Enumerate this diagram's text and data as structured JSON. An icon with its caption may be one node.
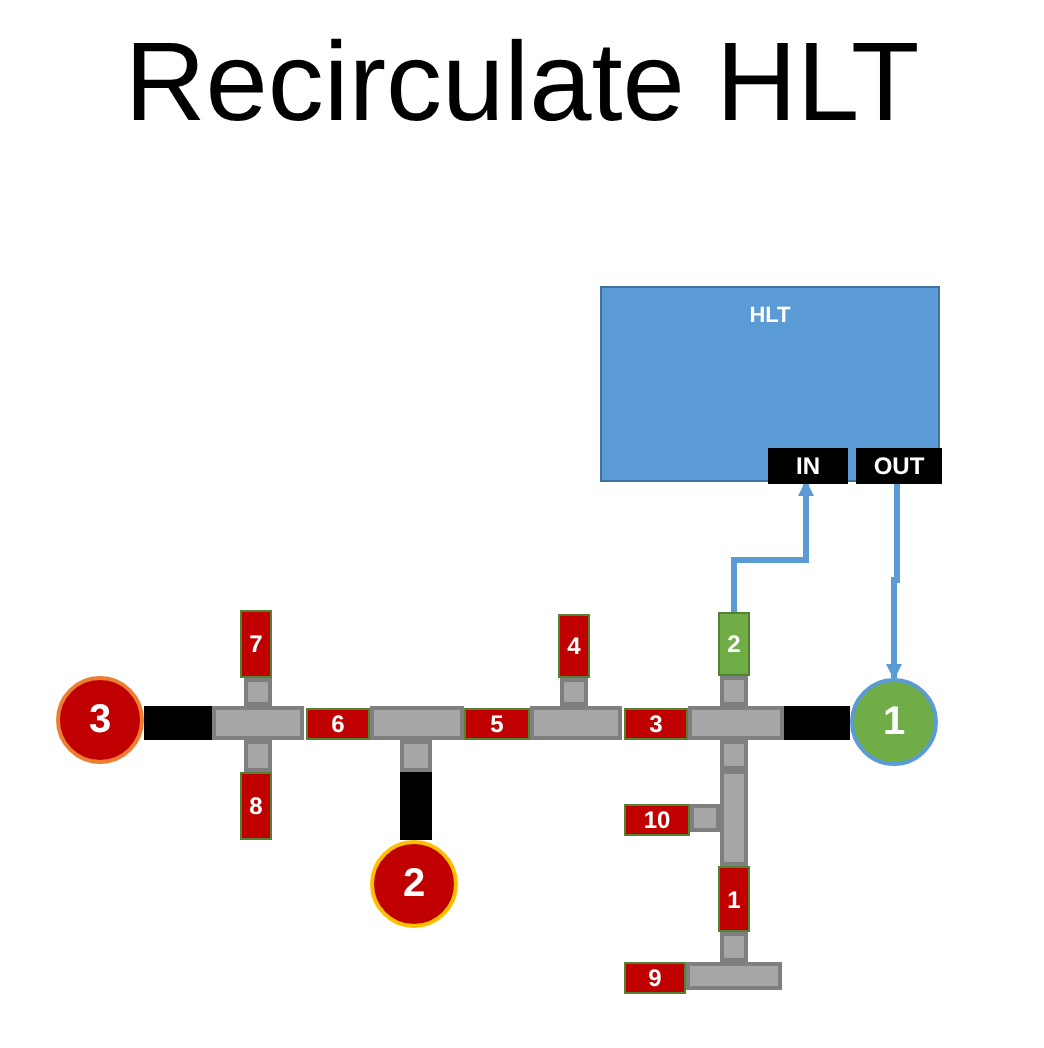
{
  "diagram": {
    "title": "Recirculate HLT",
    "nodes": [
      {
        "text": [
          "HLT"
        ]
      },
      {
        "text": [
          "IN"
        ],
        "in": 0
      },
      {
        "text": [
          "OUT"
        ],
        "in": 0
      },
      {
        "text": [
          "3"
        ]
      },
      {
        "text": [
          "2"
        ]
      },
      {
        "text": [
          "1"
        ]
      },
      {
        "text": [
          "7"
        ]
      },
      {
        "text": [
          "8"
        ]
      },
      {
        "text": [
          "6"
        ]
      },
      {
        "text": [
          "5"
        ]
      },
      {
        "text": [
          "4"
        ]
      },
      {
        "text": [
          "3"
        ]
      },
      {
        "text": [
          "2"
        ]
      },
      {
        "text": [
          "10"
        ]
      },
      {
        "text": [
          "1"
        ]
      },
      {
        "text": [
          "9"
        ]
      }
    ],
    "edges": [
      {
        "from": 12,
        "to": 1,
        "arrow": "to"
      },
      {
        "from": 2,
        "to": 5,
        "arrow": "to"
      }
    ]
  }
}
